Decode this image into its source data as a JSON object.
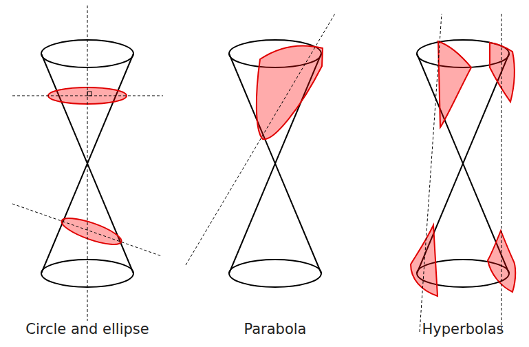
{
  "diagram": {
    "labels": [
      "Circle and ellipse",
      "Parabola",
      "Hyperbolas"
    ]
  }
}
